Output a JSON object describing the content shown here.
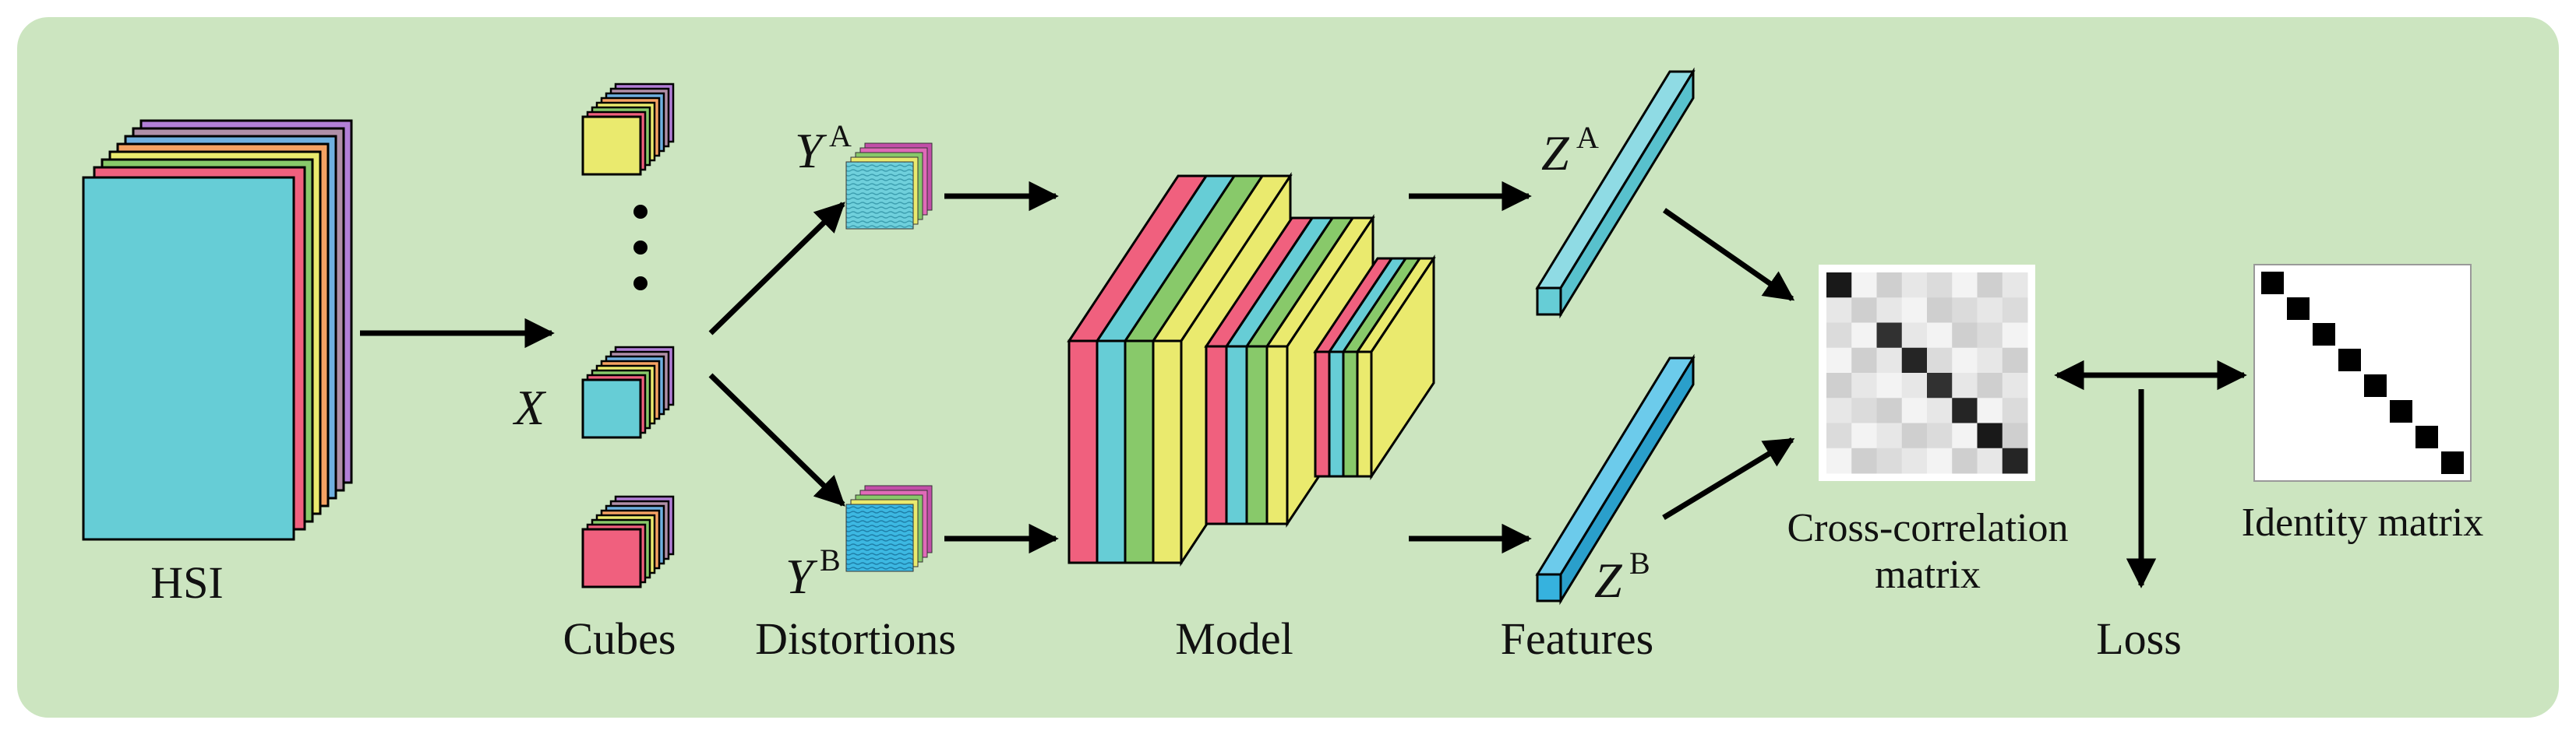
{
  "labels": {
    "hsi": "HSI",
    "cubes": "Cubes",
    "x_var": "X",
    "ya_var": "Y",
    "ya_sup": "A",
    "yb_var": "Y",
    "yb_sup": "B",
    "distortions": "Distortions",
    "model": "Model",
    "za_var": "Z",
    "za_sup": "A",
    "zb_var": "Z",
    "zb_sup": "B",
    "features": "Features",
    "cross_line1": "Cross-correlation",
    "cross_line2": "matrix",
    "identity": "Identity matrix",
    "loss": "Loss"
  },
  "colors": {
    "background": "#cce5c0",
    "cyan": "#66cdd6",
    "pink": "#f0607e",
    "yellow": "#eaea6e",
    "green": "#88c96a",
    "blue": "#36b2de",
    "orange": "#f5a263",
    "purple": "#b27fd8",
    "mauve": "#b08fa8",
    "line": "#000000"
  },
  "cross_correlation_matrix": [
    [
      0.95,
      0.05,
      0.2,
      0.1,
      0.15,
      0.05,
      0.2,
      0.1
    ],
    [
      0.1,
      0.2,
      0.1,
      0.05,
      0.2,
      0.15,
      0.1,
      0.15
    ],
    [
      0.15,
      0.05,
      0.85,
      0.1,
      0.05,
      0.2,
      0.15,
      0.05
    ],
    [
      0.05,
      0.2,
      0.1,
      0.9,
      0.15,
      0.05,
      0.1,
      0.2
    ],
    [
      0.2,
      0.1,
      0.05,
      0.1,
      0.85,
      0.1,
      0.2,
      0.1
    ],
    [
      0.1,
      0.15,
      0.2,
      0.05,
      0.1,
      0.9,
      0.05,
      0.15
    ],
    [
      0.15,
      0.05,
      0.1,
      0.2,
      0.15,
      0.05,
      0.95,
      0.2
    ],
    [
      0.05,
      0.2,
      0.15,
      0.1,
      0.05,
      0.2,
      0.1,
      0.9
    ]
  ],
  "identity_size": 8
}
